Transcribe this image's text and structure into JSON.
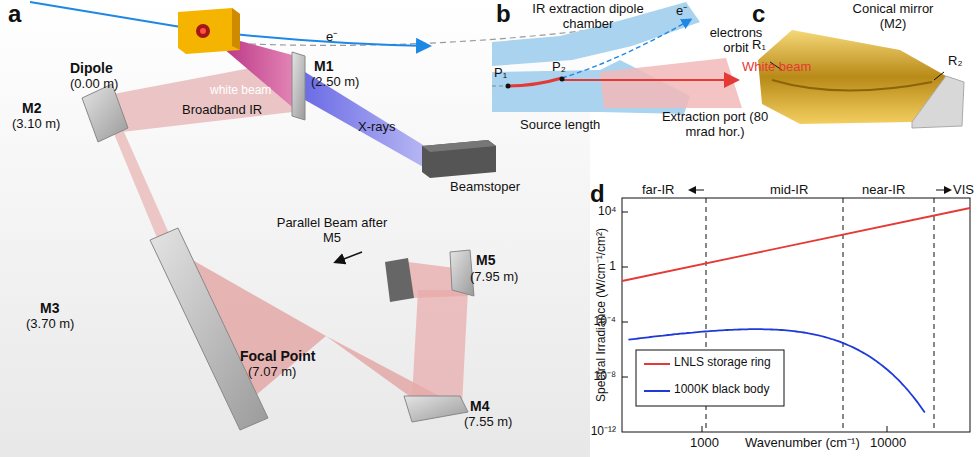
{
  "diagram": {
    "labels": [
      "a",
      "Dipole",
      "(0.00 m)",
      "white beam",
      "e⁻",
      "M1",
      "(2.50 m)",
      "X-rays",
      "Beamstoper",
      "Broadband IR",
      "M2",
      "(3.10 m)",
      "M3",
      "(3.70 m)",
      "Parallel Beam after M5",
      "M5",
      "(7.95 m)",
      "Focal Point",
      "(7.07 m)",
      "M4",
      "(7.55 m)",
      "b",
      "IR extraction dipole chamber",
      "electrons orbit",
      "e⁻",
      "White beam",
      "P₁",
      "P₂",
      "Source length",
      "Extraction port (80 mrad hor.)",
      "c",
      "Conical mirror (M2)",
      "R₁",
      "R₂",
      "d",
      "far-IR",
      "mid-IR",
      "near-IR",
      "VIS",
      "Spectral Irradiance (W/cm⁻¹/cm²)",
      "Wavenumber (cm⁻¹)",
      "10⁴",
      "1",
      "10⁻⁴",
      "10⁻⁸",
      "10⁻¹²",
      "1000",
      "10000"
    ],
    "legend": [
      {
        "text": "LNLS storage ring"
      },
      {
        "text": "1000K black body"
      }
    ]
  }
}
